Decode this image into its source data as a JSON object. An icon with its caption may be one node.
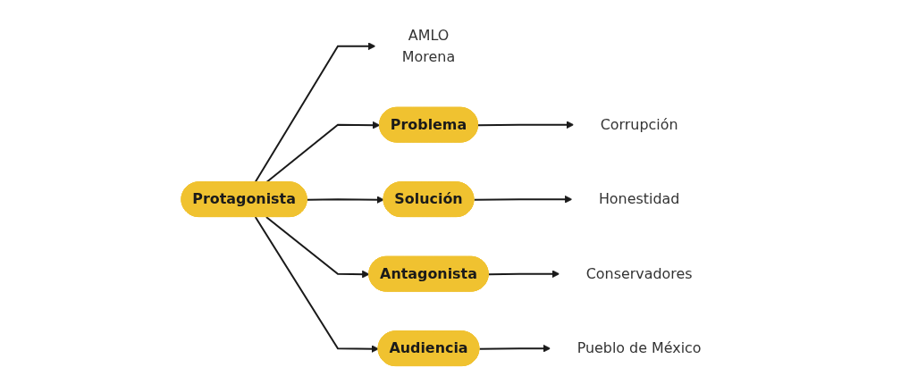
{
  "diagram": {
    "nodes": [
      {
        "text": [
          "Protagonista"
        ]
      },
      {
        "text": [
          "AMLO",
          "Morena"
        ]
      },
      {
        "text": [
          "Problema"
        ]
      },
      {
        "text": [
          "Corrupción"
        ]
      },
      {
        "text": [
          "Solución"
        ]
      },
      {
        "text": [
          "Honestidad"
        ]
      },
      {
        "text": [
          "Antagonista"
        ]
      },
      {
        "text": [
          "Conservadores"
        ]
      },
      {
        "text": [
          "Audiencia"
        ]
      },
      {
        "text": [
          "Pueblo de México"
        ]
      }
    ],
    "edges": [
      {
        "from": 0,
        "to": 1,
        "arrow": "to"
      },
      {
        "from": 0,
        "to": 2,
        "arrow": "to"
      },
      {
        "from": 0,
        "to": 4,
        "arrow": "to"
      },
      {
        "from": 0,
        "to": 6,
        "arrow": "to"
      },
      {
        "from": 0,
        "to": 8,
        "arrow": "to"
      },
      {
        "from": 2,
        "to": 3,
        "arrow": "to"
      },
      {
        "from": 4,
        "to": 5,
        "arrow": "to"
      },
      {
        "from": 6,
        "to": 7,
        "arrow": "to"
      },
      {
        "from": 8,
        "to": 9,
        "arrow": "to"
      }
    ]
  }
}
